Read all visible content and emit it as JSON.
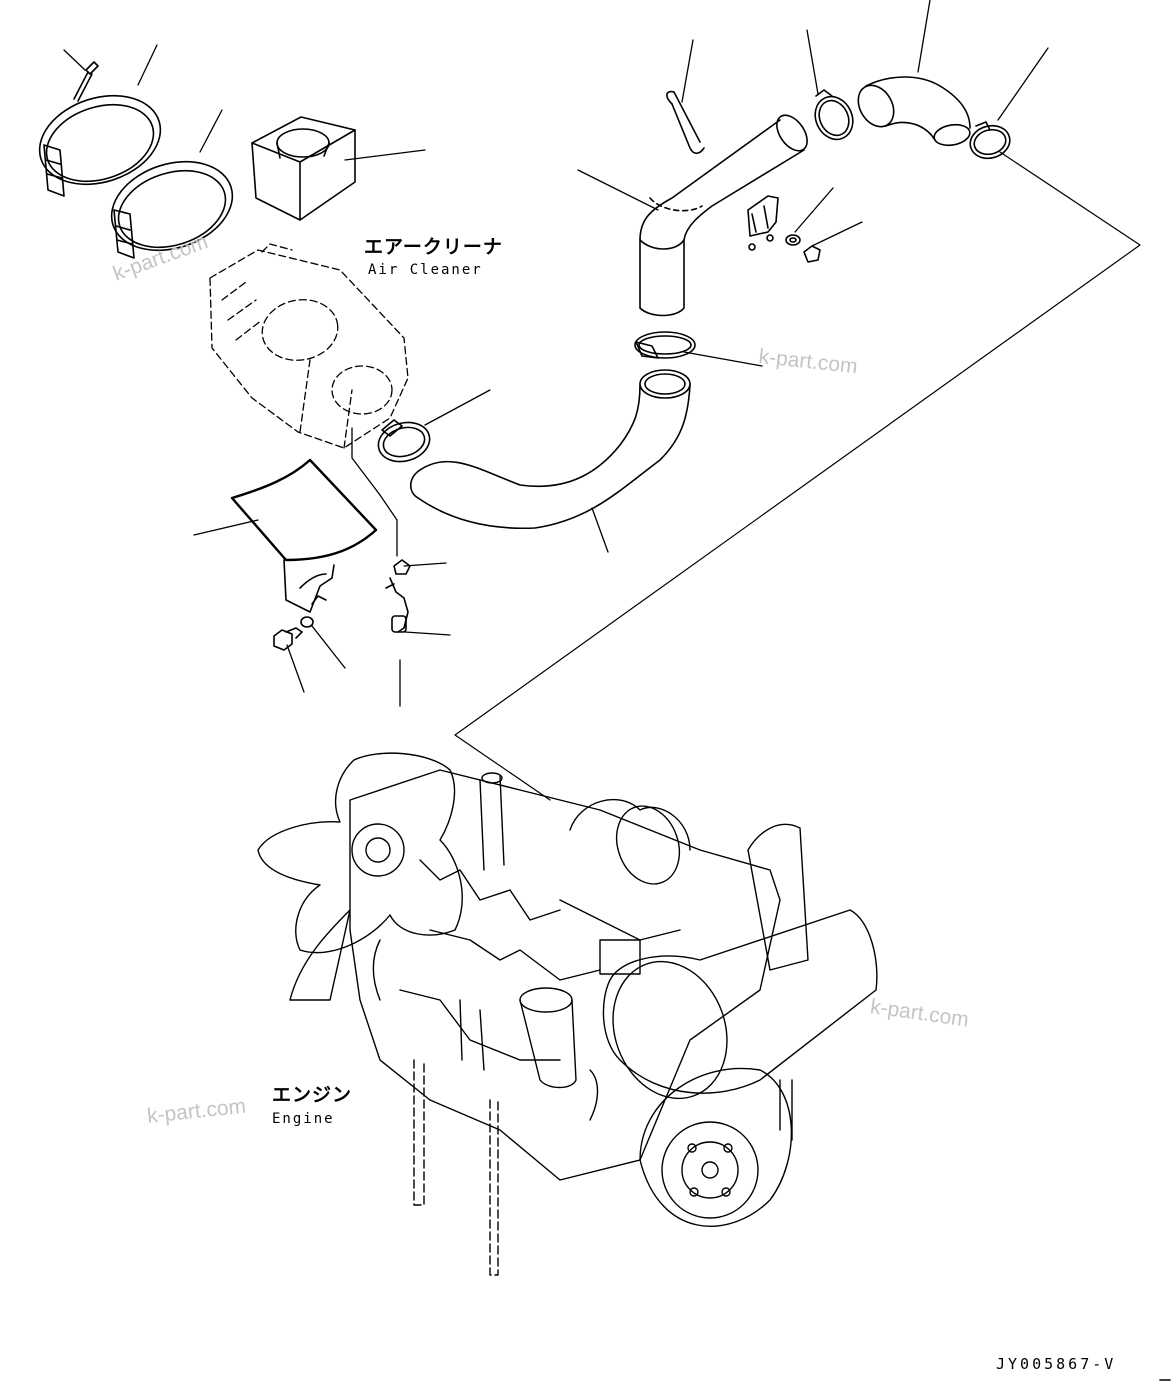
{
  "labels": {
    "air_cleaner_ja": "エアークリーナ",
    "air_cleaner_en": "Air Cleaner",
    "engine_ja": "エンジン",
    "engine_en": "Engine"
  },
  "watermark": "k-part.com",
  "drawing_code": "JY005867-V"
}
